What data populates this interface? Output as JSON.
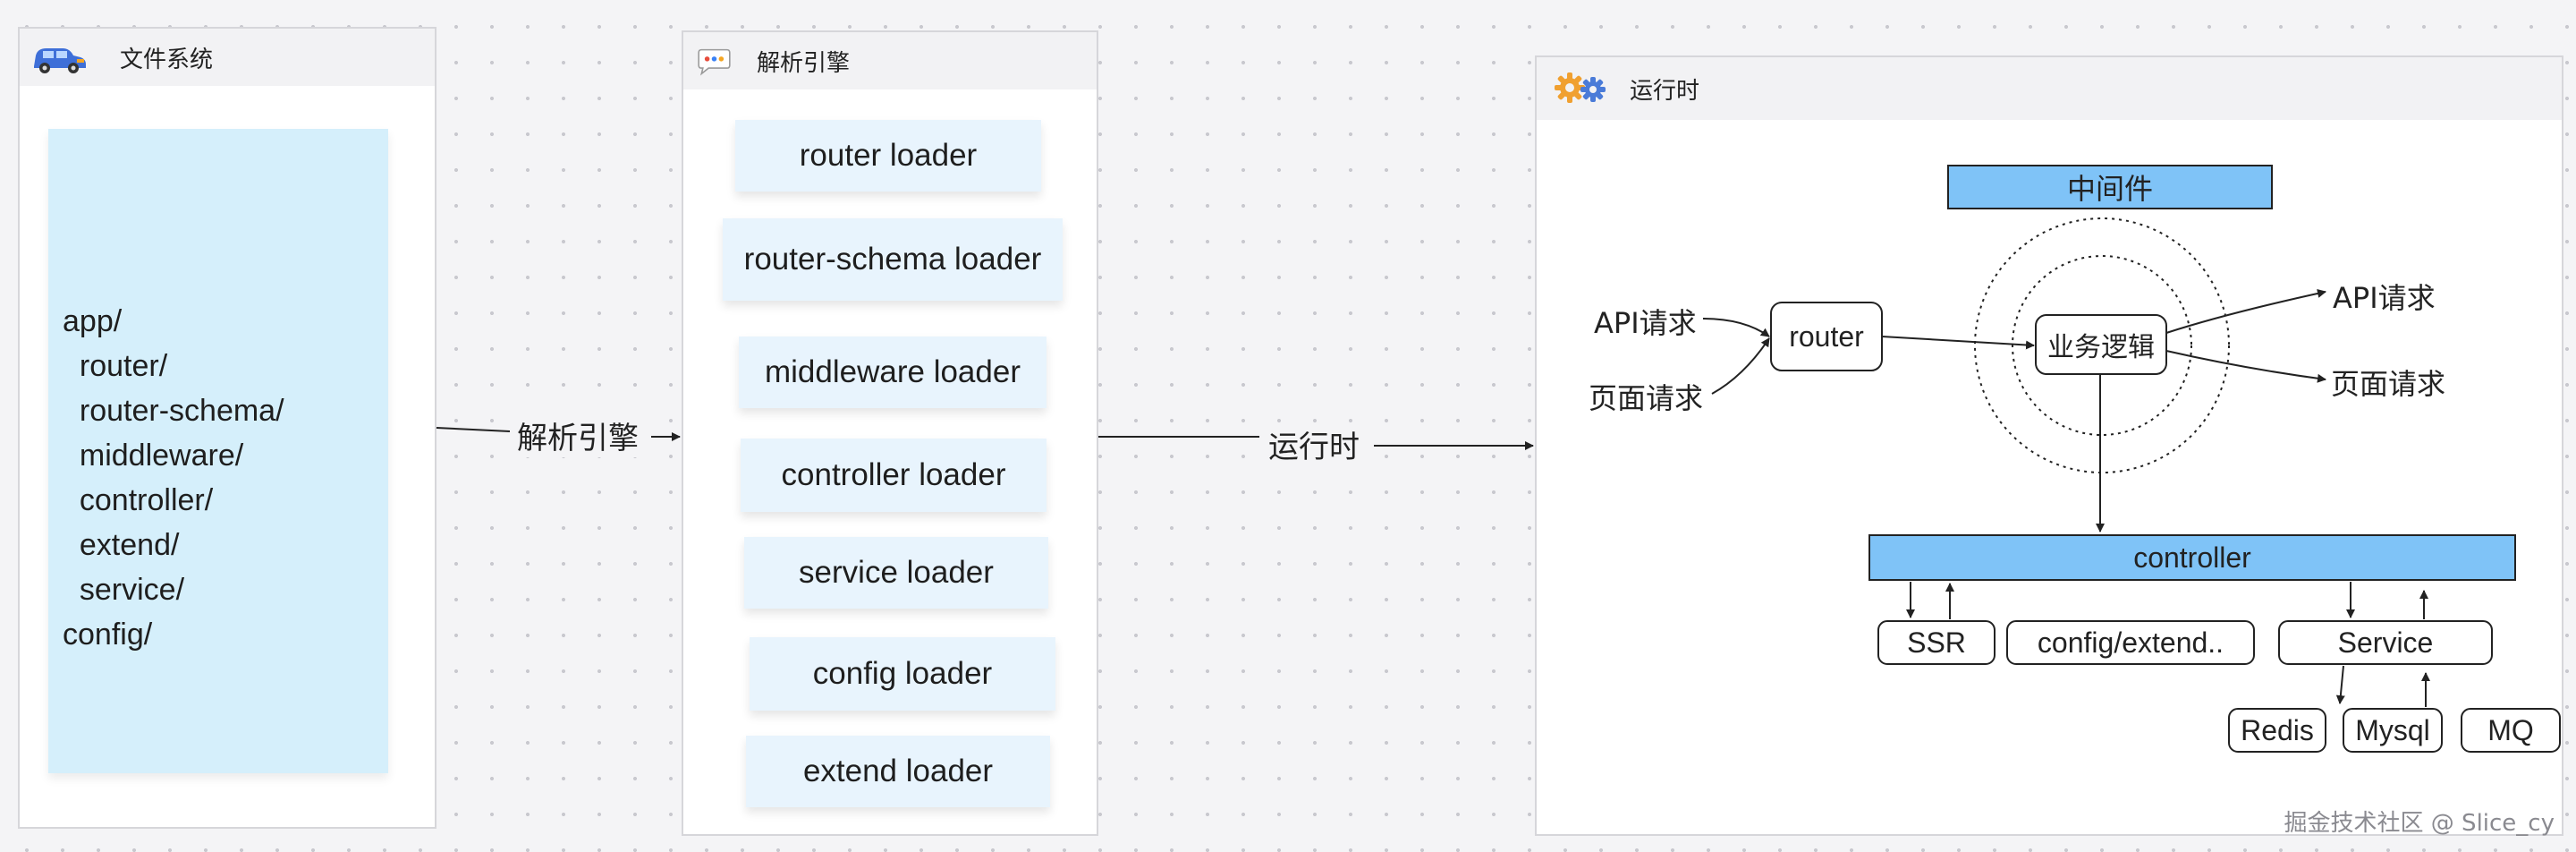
{
  "frames": {
    "filesystem": {
      "title": "文件系统",
      "tree": [
        "app/",
        "  router/",
        "  router-schema/",
        "  middleware/",
        "  controller/",
        "  extend/",
        "  service/",
        "config/"
      ]
    },
    "parser": {
      "title": "解析引擎",
      "loaders": [
        "router loader",
        "router-schema loader",
        "middleware loader",
        "controller loader",
        "service loader",
        "config loader",
        "extend loader"
      ]
    },
    "runtime": {
      "title": "运行时"
    }
  },
  "edges": {
    "fs_to_parser": "解析引擎",
    "parser_to_runtime": "运行时"
  },
  "runtime": {
    "middleware": "中间件",
    "api_request_in": "API请求",
    "page_request_in": "页面请求",
    "router": "router",
    "business_logic": "业务逻辑",
    "api_request_out": "API请求",
    "page_request_out": "页面请求",
    "controller": "controller",
    "ssr": "SSR",
    "config_extend": "config/extend..",
    "service": "Service",
    "redis": "Redis",
    "mysql": "Mysql",
    "mq": "MQ"
  },
  "colors": {
    "accent_blue": "#7fc3f7",
    "tree_bg": "#d5effb",
    "loader_bg": "#e8f4fd"
  },
  "watermark": "掘金技术社区 @ Slice_cy"
}
